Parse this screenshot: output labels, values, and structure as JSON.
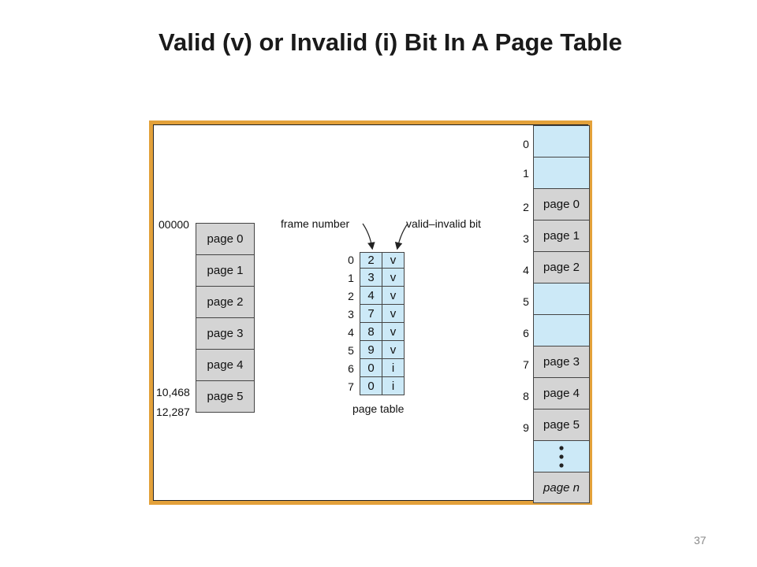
{
  "title": "Valid (v) or Invalid (i) Bit In A Page Table",
  "slide_number": "37",
  "logical_memory": {
    "addresses": [
      "00000",
      "10,468",
      "12,287"
    ],
    "pages": [
      "page 0",
      "page 1",
      "page 2",
      "page 3",
      "page 4",
      "page 5"
    ]
  },
  "page_table": {
    "caption": "page table",
    "frame_number_label": "frame number",
    "valid_invalid_label": "valid–invalid bit",
    "rows": [
      {
        "index": "0",
        "frame": "2",
        "bit": "v"
      },
      {
        "index": "1",
        "frame": "3",
        "bit": "v"
      },
      {
        "index": "2",
        "frame": "4",
        "bit": "v"
      },
      {
        "index": "3",
        "frame": "7",
        "bit": "v"
      },
      {
        "index": "4",
        "frame": "8",
        "bit": "v"
      },
      {
        "index": "5",
        "frame": "9",
        "bit": "v"
      },
      {
        "index": "6",
        "frame": "0",
        "bit": "i"
      },
      {
        "index": "7",
        "frame": "0",
        "bit": "i"
      }
    ]
  },
  "physical_memory": {
    "frames": [
      {
        "index": "0",
        "label": "",
        "kind": "free"
      },
      {
        "index": "1",
        "label": "",
        "kind": "free"
      },
      {
        "index": "2",
        "label": "page 0",
        "kind": "used"
      },
      {
        "index": "3",
        "label": "page 1",
        "kind": "used"
      },
      {
        "index": "4",
        "label": "page 2",
        "kind": "used"
      },
      {
        "index": "5",
        "label": "",
        "kind": "free"
      },
      {
        "index": "6",
        "label": "",
        "kind": "free"
      },
      {
        "index": "7",
        "label": "page 3",
        "kind": "used"
      },
      {
        "index": "8",
        "label": "page 4",
        "kind": "used"
      },
      {
        "index": "9",
        "label": "page 5",
        "kind": "used"
      },
      {
        "index": "",
        "label": "",
        "kind": "ellipsis"
      },
      {
        "index": "",
        "label": "page n",
        "kind": "used"
      }
    ]
  },
  "colors": {
    "frame_border": "#e3a13a",
    "used": "#d4d4d4",
    "free": "#cce9f7"
  }
}
